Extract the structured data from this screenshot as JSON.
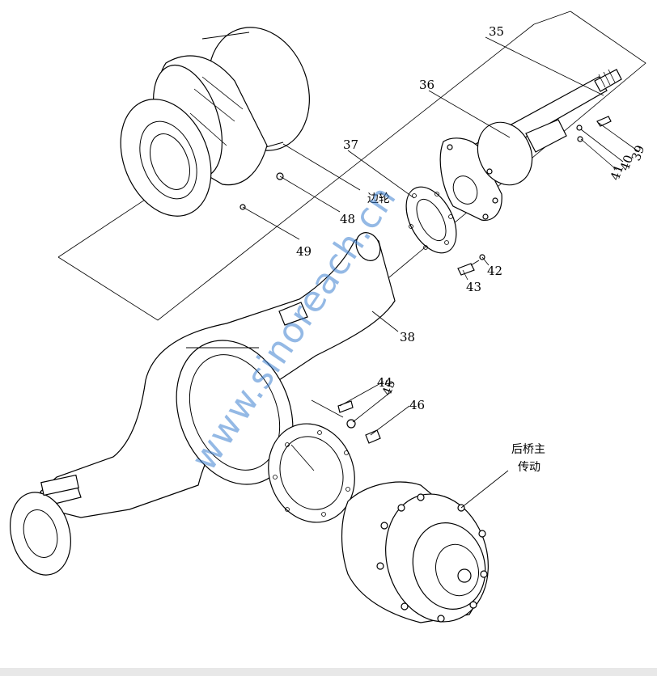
{
  "callouts": {
    "p35": "35",
    "p36": "36",
    "p37": "37",
    "p38": "38",
    "p39": "39",
    "p40": "40",
    "p41": "41",
    "p42": "42",
    "p43": "43",
    "p44": "44",
    "p45": "45",
    "p46": "46",
    "p48": "48",
    "p49": "49"
  },
  "labels": {
    "wheel_end": "边轮",
    "main_drive_line1": "后桥主",
    "main_drive_line2": "传动"
  },
  "watermark": "www.sinoreach.cn"
}
